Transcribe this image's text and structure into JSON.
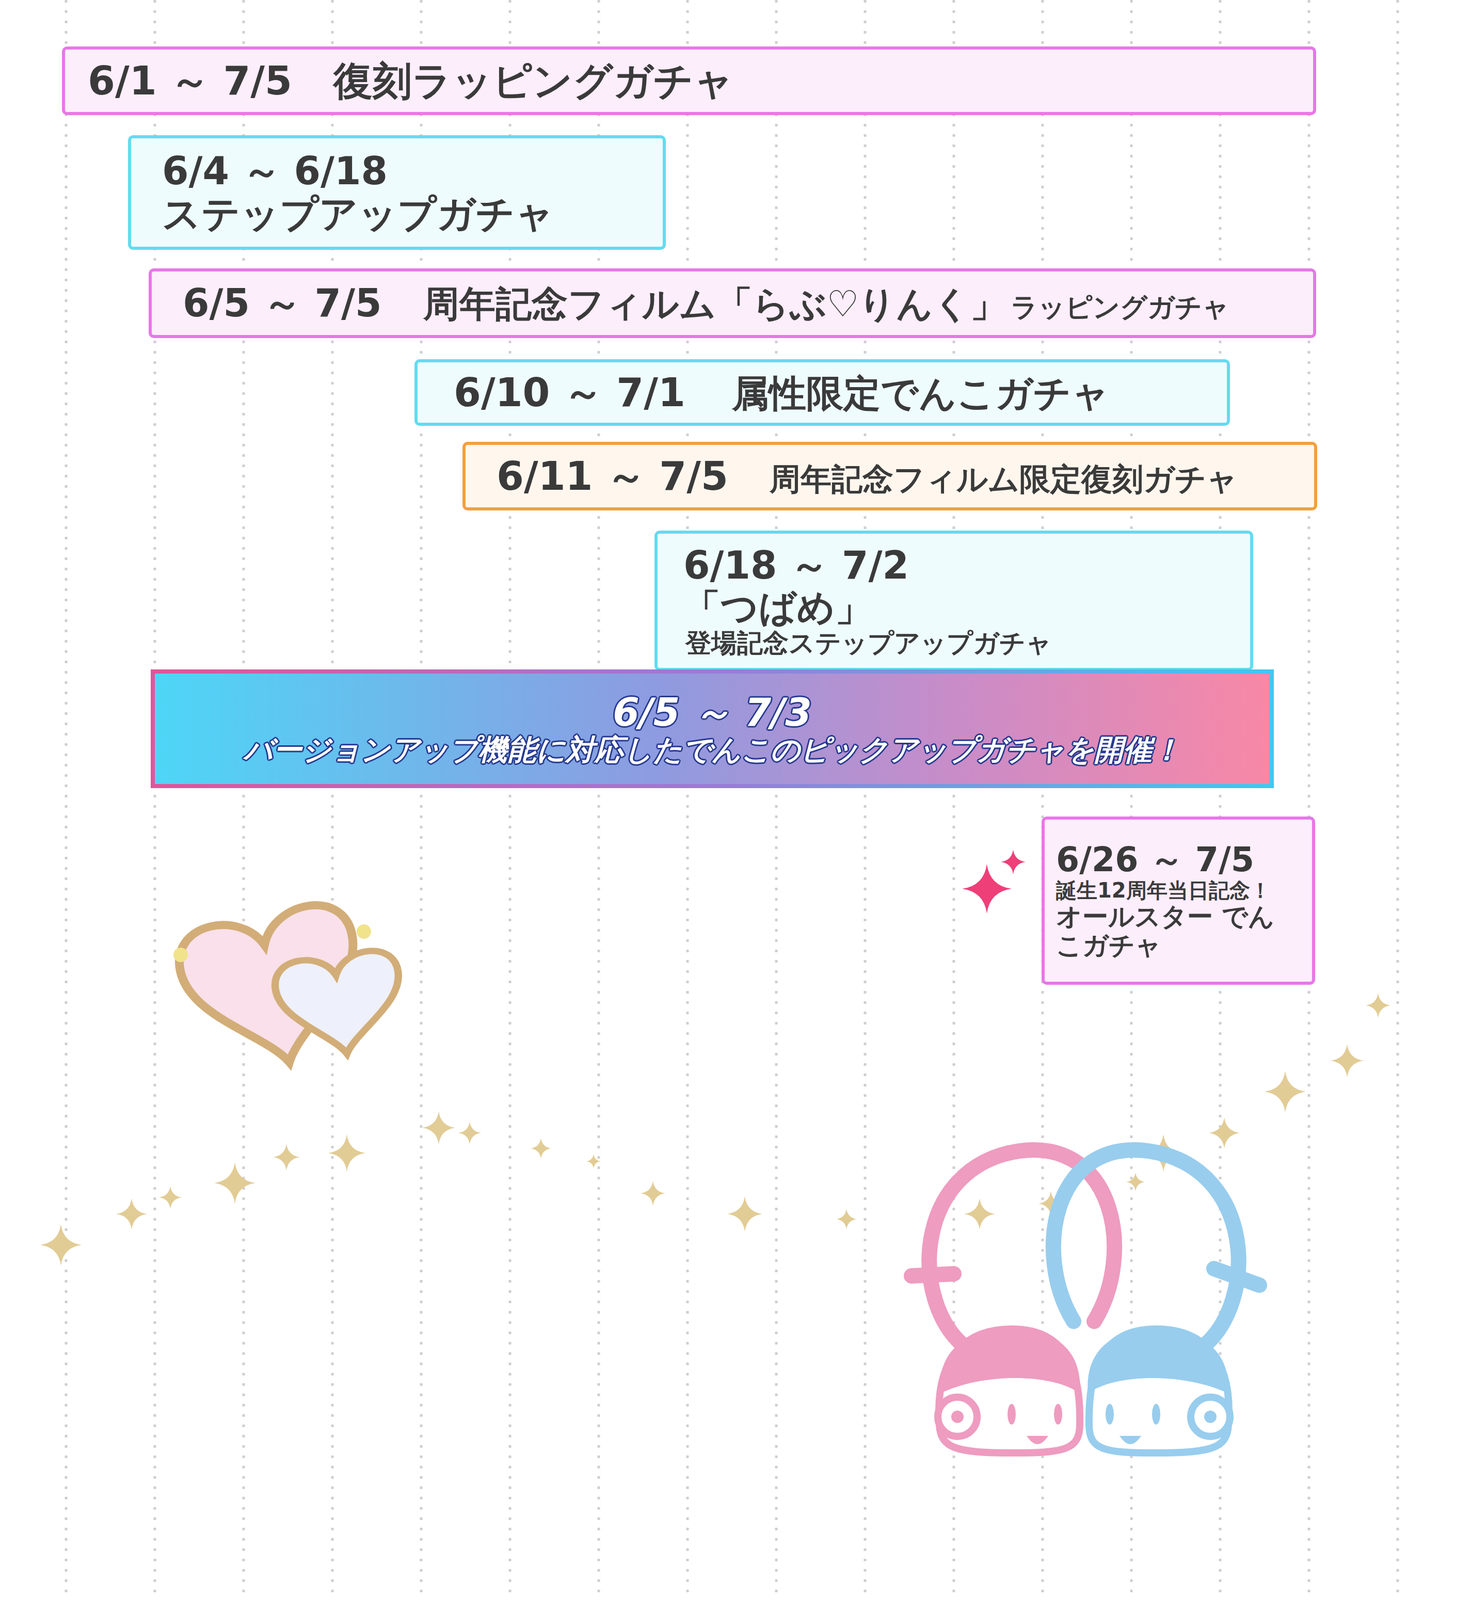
{
  "diagram": {
    "nodes": [
      {
        "text": [
          "6/1 ～ 7/5",
          "復刻ラッピングガチャ"
        ]
      },
      {
        "text": [
          "6/4 ～ 6/18",
          "ステップアップガチャ"
        ]
      },
      {
        "text": [
          "6/5 ～ 7/5",
          "周年記念フィルム「らぶ♡りんく」",
          "ラッピングガチャ"
        ]
      },
      {
        "text": [
          "6/10 ～ 7/1",
          "属性限定でんこガチャ"
        ]
      },
      {
        "text": [
          "6/11 ～ 7/5",
          "周年記念フィルム限定復刻ガチャ"
        ]
      },
      {
        "text": [
          "6/18 ～ 7/2",
          "「つばめ」",
          "登場記念ステップアップガチャ"
        ]
      },
      {
        "text": [
          "6/5 ～ 7/3",
          "バージョンアップ機能に対応したでんこのピックアップガチャを開催！"
        ]
      },
      {
        "text": [
          "6/26 ～ 7/5",
          "誕生12周年当日記念！",
          "オールスター でんこガチャ"
        ]
      }
    ]
  }
}
